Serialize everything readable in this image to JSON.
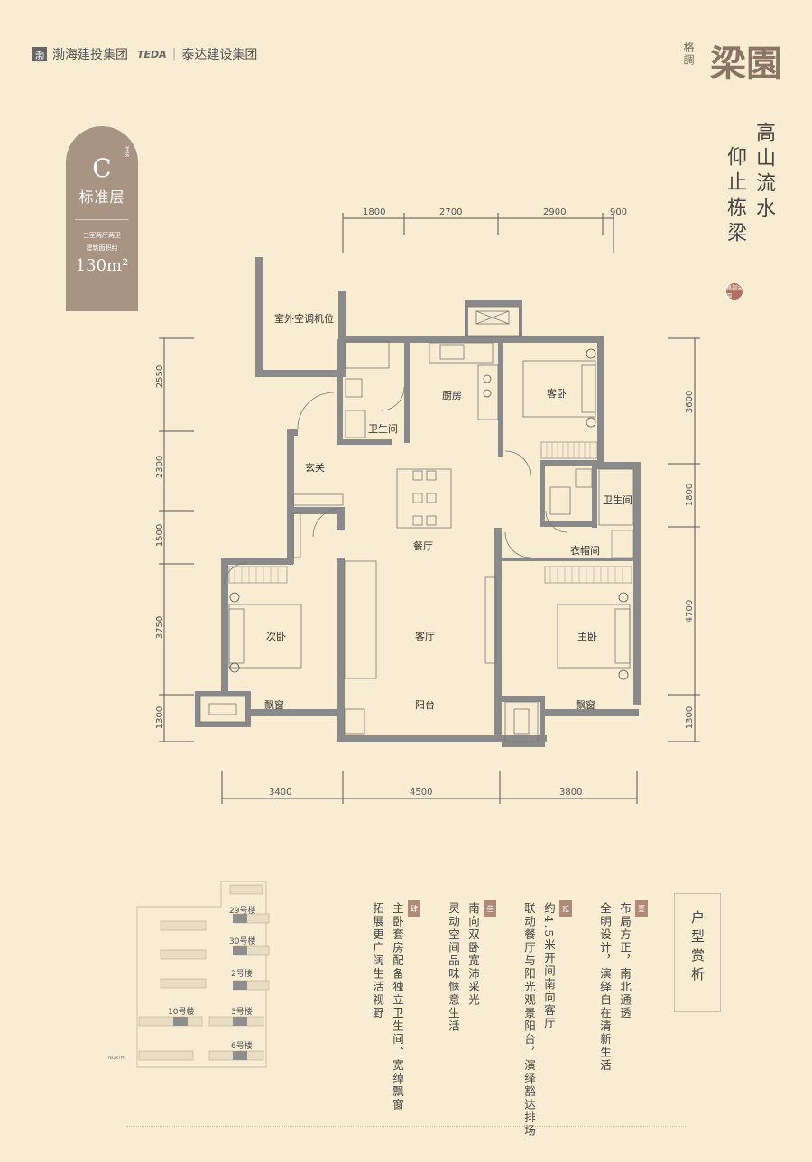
{
  "header": {
    "logo1_text": "渤海建投集团",
    "logo2_mark": "TEDA",
    "logo2_text": "泰达建设集团",
    "brand_small": "格調",
    "brand_big": "梁園"
  },
  "poem": {
    "col1": "高山流水",
    "col2": "仰止栋梁",
    "seal": "格調梁園"
  },
  "unit_badge": {
    "small": "洋房",
    "letter": "C",
    "floor": "标准层",
    "layout": "三室两厅两卫",
    "area_label": "建筑面积约",
    "area_value": "130m²"
  },
  "dimensions": {
    "top": [
      "1800",
      "2700",
      "2900",
      "900"
    ],
    "bottom": [
      "3400",
      "4500",
      "3800"
    ],
    "left": [
      "2550",
      "2300",
      "1500",
      "3750",
      "1300"
    ],
    "right": [
      "3600",
      "1800",
      "4700",
      "1300"
    ]
  },
  "rooms": {
    "ac": "室外空调机位",
    "kitchen": "厨房",
    "guest_bed": "客卧",
    "bath1": "卫生间",
    "foyer": "玄关",
    "bath2": "卫生间",
    "closet": "衣帽间",
    "dining": "餐厅",
    "second_bed": "次卧",
    "living": "客厅",
    "master": "主卧",
    "bay1": "飘窗",
    "balcony": "阳台",
    "bay2": "飘窗"
  },
  "site_map": {
    "buildings": [
      "29号楼",
      "30号楼",
      "2号楼",
      "10号楼",
      "3号楼",
      "6号楼"
    ],
    "north": "NORTH"
  },
  "features": {
    "title": "户型赏析",
    "items": [
      {
        "num": "壹",
        "lines": [
          "布局方正，南北通透",
          "全明设计，演绎自在清新生活"
        ]
      },
      {
        "num": "贰",
        "lines": [
          "约4.5米开间南向客厅",
          "联动餐厅与阳光观景阳台，演绎豁达排场"
        ]
      },
      {
        "num": "叁",
        "lines": [
          "南向双卧宽沛采光",
          "灵动空间品味惬意生活"
        ]
      },
      {
        "num": "肆",
        "lines": [
          "主卧套房配备独立卫生间、宽绰飘窗",
          "拓展更广阔生活视野"
        ]
      }
    ]
  },
  "colors": {
    "background": "#f8edd2",
    "wall": "#8a8a8a",
    "badge": "#a89483",
    "accent": "#b08a76"
  }
}
